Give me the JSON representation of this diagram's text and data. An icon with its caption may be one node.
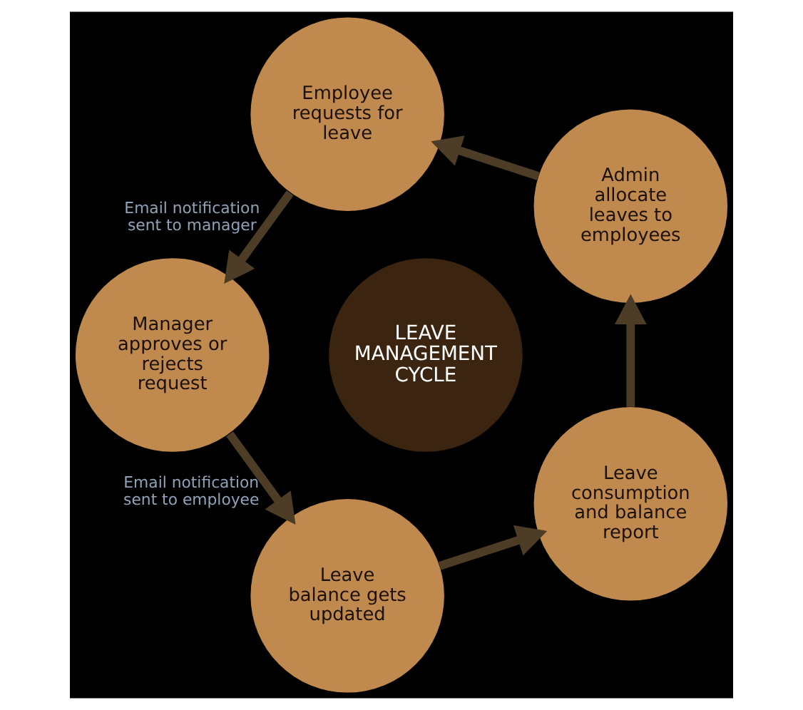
{
  "diagram": {
    "nodes": [
      {
        "text": [
          "LEAVE MANAGEMENT CYCLE"
        ]
      },
      {
        "text": [
          "Admin allocate leaves to employees"
        ]
      },
      {
        "text": [
          "Employee requests for leave"
        ]
      },
      {
        "text": [
          "Manager approves or rejects request"
        ]
      },
      {
        "text": [
          "Leave balance gets updated"
        ]
      },
      {
        "text": [
          "Leave consumption and balance report"
        ]
      }
    ],
    "edges": [
      {
        "from": 1,
        "to": 2,
        "arrow": "to"
      },
      {
        "from": 2,
        "to": 3,
        "arrow": "to",
        "label": "Email notification sent to manager"
      },
      {
        "from": 3,
        "to": 4,
        "arrow": "to",
        "label": "Email notification sent to employee"
      },
      {
        "from": 4,
        "to": 5,
        "arrow": "to"
      },
      {
        "from": 5,
        "to": 1,
        "arrow": "to"
      }
    ]
  }
}
